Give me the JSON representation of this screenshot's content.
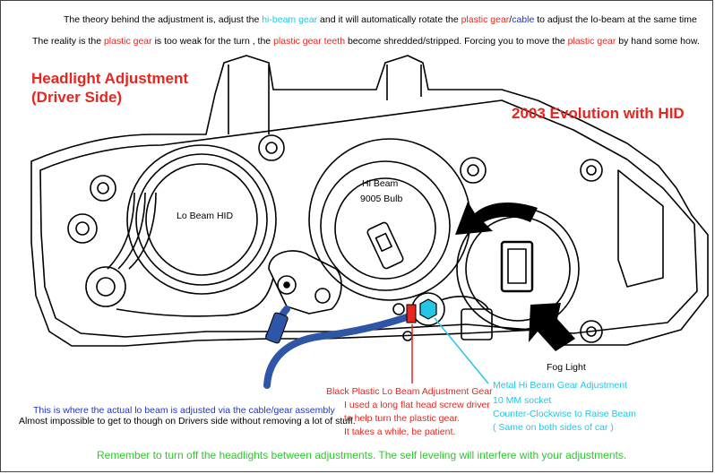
{
  "intro": {
    "line1": [
      {
        "t": "The theory behind the adjustment is, adjust the ",
        "c": "#000000"
      },
      {
        "t": "hi-beam gear",
        "c": "#22c7e6"
      },
      {
        "t": " and it will automatically rotate the ",
        "c": "#000000"
      },
      {
        "t": "plastic gear",
        "c": "#e8261f"
      },
      {
        "t": "/",
        "c": "#000000"
      },
      {
        "t": "cable",
        "c": "#2335c4"
      },
      {
        "t": " to adjust the lo-beam at the same time",
        "c": "#000000"
      }
    ],
    "line2": [
      {
        "t": "The reality is the ",
        "c": "#000000"
      },
      {
        "t": "plastic gear",
        "c": "#e8261f"
      },
      {
        "t": " is too weak for the turn , the ",
        "c": "#000000"
      },
      {
        "t": "plastic gear teeth",
        "c": "#e8261f"
      },
      {
        "t": " become shredded/stripped.  Forcing you to move the ",
        "c": "#000000"
      },
      {
        "t": "plastic gear",
        "c": "#e8261f"
      },
      {
        "t": " by hand some how.",
        "c": "#000000"
      }
    ]
  },
  "title": {
    "line1": "Headlight Adjustment",
    "line2": "(Driver Side)"
  },
  "model": "2003 Evolution with HID",
  "labels": {
    "lo_beam": "Lo Beam HID",
    "hi_beam": "Hi Beam",
    "bulb": "9005  Bulb",
    "fog": "Fog Light"
  },
  "notes": {
    "cable_blue": "This is where the actual lo beam is adjusted via the cable/gear assembly",
    "cable_black": "Almost impossible to get to though on Drivers side without removing a lot of stuff.",
    "red": [
      "Black Plastic Lo Beam Adjustment Gear",
      "I used a long flat head screw driver",
      "to help turn the plastic gear.",
      "It takes a while, be patient."
    ],
    "cyan": [
      "Metal Hi Beam Gear Adjustment",
      "10 MM socket",
      "Counter-Clockwise to Raise Beam",
      "( Same on both sides of car )"
    ]
  },
  "footer": "Remember to turn off the headlights between adjustments. The self leveling will interfere with your adjustments.",
  "colors": {
    "red": "#e8261f",
    "cyan": "#22c7e6",
    "blue": "#2335c4",
    "green": "#2ec82e",
    "cable": "#2f55a6",
    "arrow": "#000000"
  }
}
